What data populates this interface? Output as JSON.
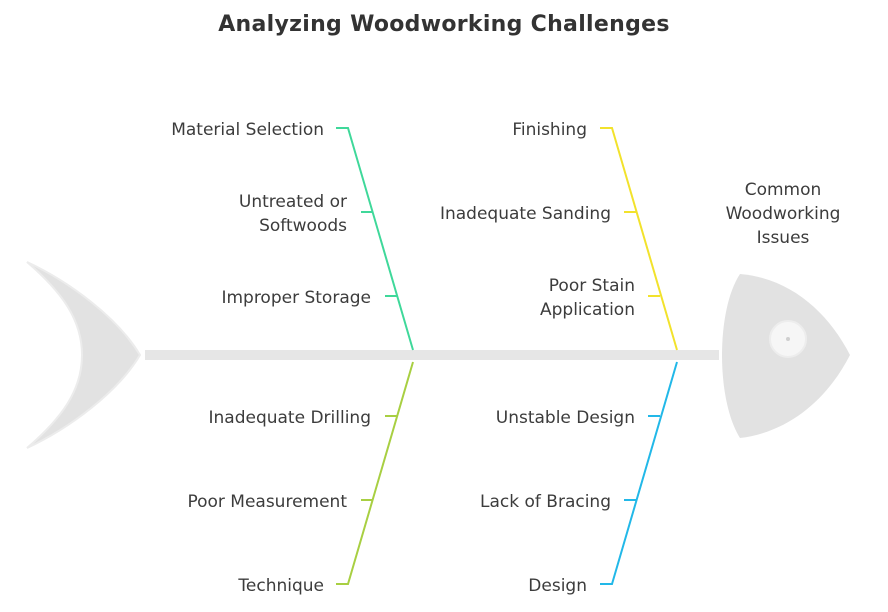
{
  "title": "Analyzing Woodworking Challenges",
  "head_label": "Common\nWoodworking\nIssues",
  "colors": {
    "teal": "#3fd89a",
    "yellow": "#f2e22c",
    "lime": "#a8cf42",
    "blue": "#22b8e8",
    "spine": "#e6e6e6",
    "fish": "#e2e2e2",
    "text": "#3c3c3c"
  },
  "categories": [
    {
      "id": "materials",
      "name": "Material Selection",
      "color": "teal",
      "causes": [
        "Untreated or\nSoftwoods",
        "Improper Storage"
      ]
    },
    {
      "id": "finishing",
      "name": "Finishing",
      "color": "yellow",
      "causes": [
        "Inadequate Sanding",
        "Poor Stain\nApplication"
      ]
    },
    {
      "id": "technique",
      "name": "Technique",
      "color": "lime",
      "causes": [
        "Inadequate Drilling",
        "Poor Measurement"
      ]
    },
    {
      "id": "design",
      "name": "Design",
      "color": "blue",
      "causes": [
        "Unstable Design",
        "Lack of Bracing"
      ]
    }
  ]
}
